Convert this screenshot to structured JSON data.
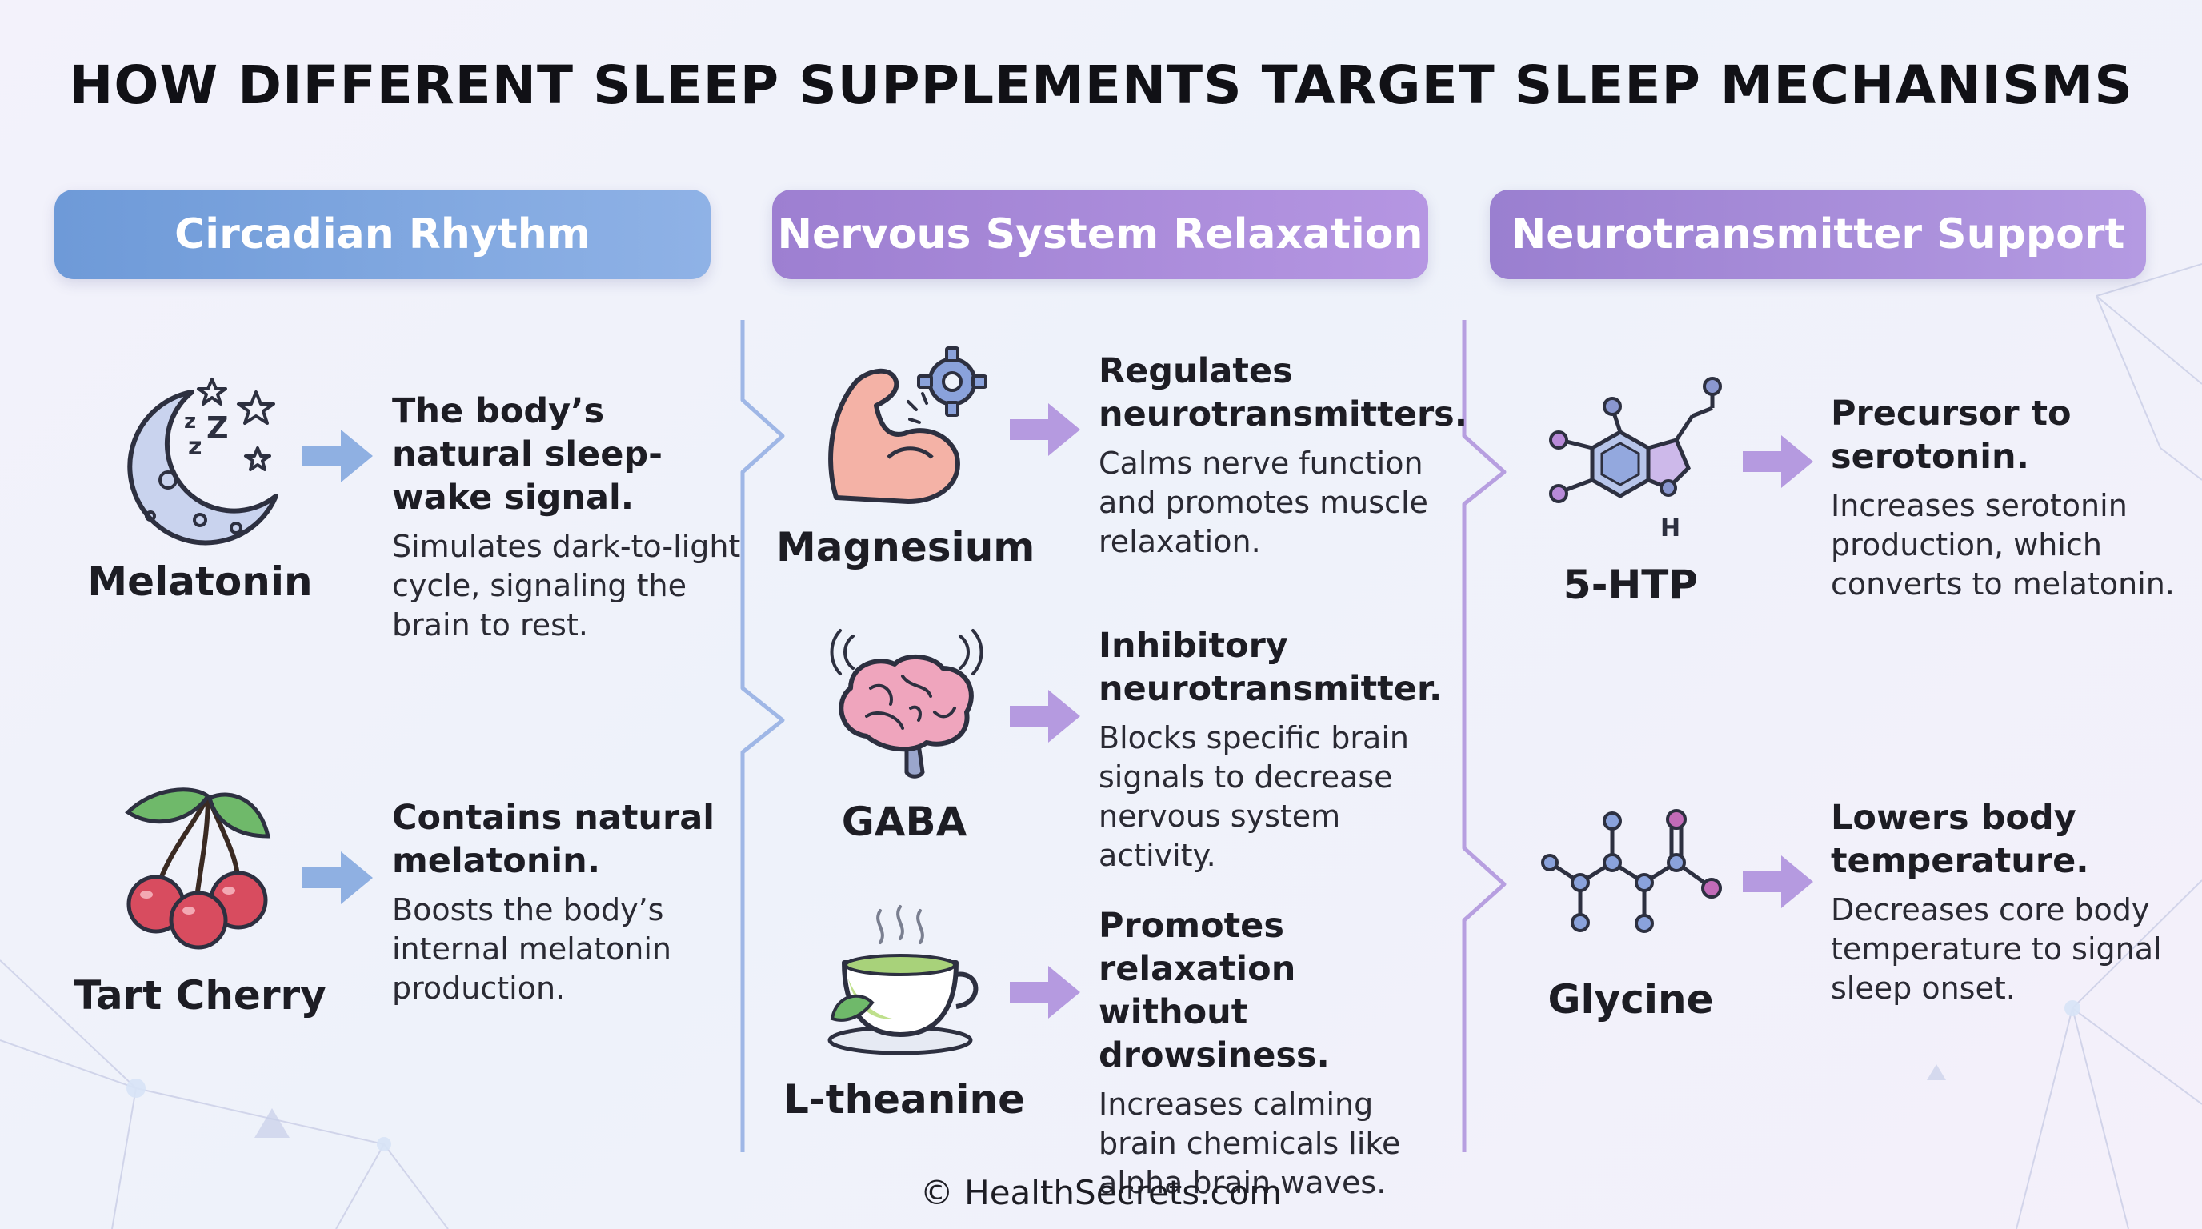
{
  "title": "HOW DIFFERENT SLEEP SUPPLEMENTS TARGET SLEEP MECHANISMS",
  "categories": [
    {
      "label": "Circadian Rhythm",
      "color": "#7da6df"
    },
    {
      "label": "Nervous System Relaxation",
      "color": "#a98ad9"
    },
    {
      "label": "Neurotransmitter Support",
      "color": "#a88cd9"
    }
  ],
  "supplements": {
    "melatonin": {
      "name": "Melatonin",
      "icon": "moon-stars-icon",
      "headline": "The body’s natural sleep-wake signal.",
      "description": "Simulates dark-to-light cycle, signaling the brain to rest."
    },
    "tart_cherry": {
      "name": "Tart Cherry",
      "icon": "cherry-icon",
      "headline": "Contains natural melatonin.",
      "description": "Boosts the body’s internal melatonin production."
    },
    "magnesium": {
      "name": "Magnesium",
      "icon": "flexed-arm-gear-icon",
      "headline": "Regulates neurotransmitters.",
      "description": "Calms nerve function and promotes muscle relaxation."
    },
    "gaba": {
      "name": "GABA",
      "icon": "brain-icon",
      "headline": "Inhibitory neurotransmitter.",
      "description": "Blocks specific brain signals to decrease nervous system activity."
    },
    "l_theanine": {
      "name": "L-theanine",
      "icon": "green-tea-cup-icon",
      "headline": "Promotes relaxation without drowsiness.",
      "description": "Increases calming brain chemicals like alpha brain waves."
    },
    "htp": {
      "name": "5-HTP",
      "icon": "molecule-icon",
      "atom_label": "H",
      "headline": "Precursor to serotonin.",
      "description": "Increases serotonin production, which converts to melatonin."
    },
    "glycine": {
      "name": "Glycine",
      "icon": "molecule-chain-icon",
      "headline": "Lowers body temperature.",
      "description": "Decreases core body temperature to signal sleep onset."
    }
  },
  "footer": "© HealthSecrets.com"
}
